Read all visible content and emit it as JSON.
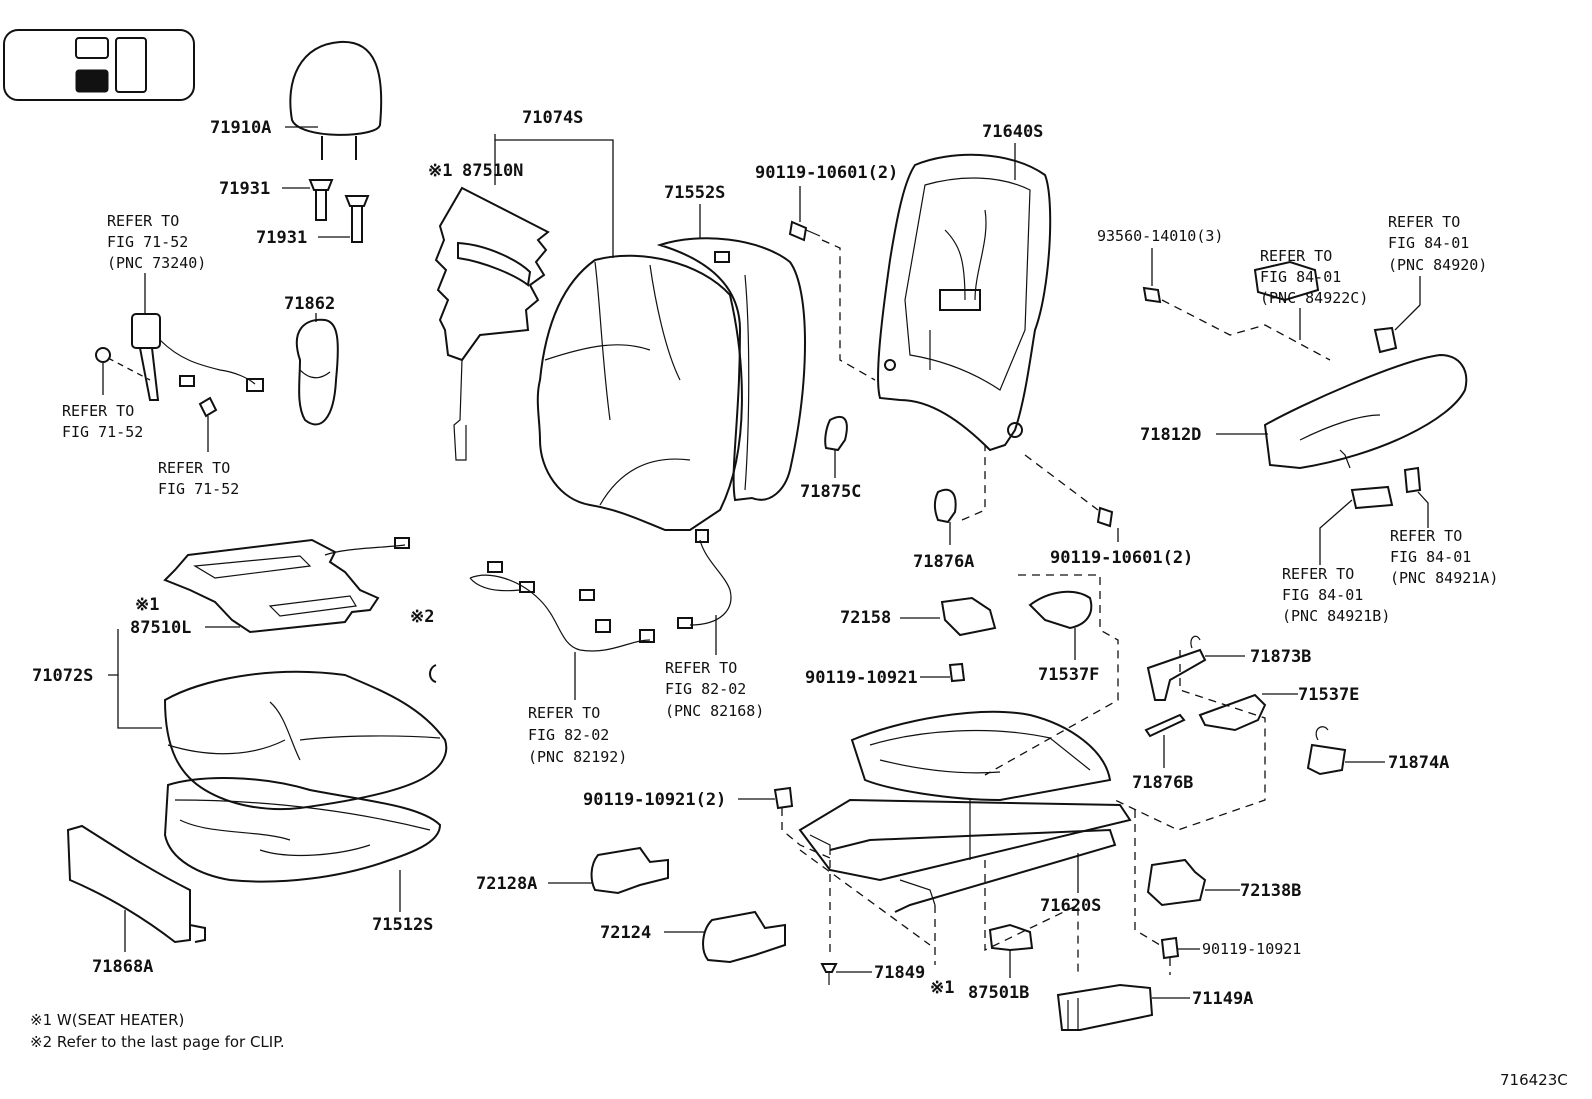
{
  "diagram": {
    "figure_code": "716423C",
    "notes": {
      "n1": "※1  W(SEAT HEATER)",
      "n2": "※2  Refer to the last page for CLIP."
    },
    "marks": {
      "m1": "※1",
      "m2": "※2"
    },
    "parts": {
      "p71910A": "71910A",
      "p71931a": "71931",
      "p71931b": "71931",
      "p71862": "71862",
      "p71074S": "71074S",
      "p87510N": "87510N",
      "p71552S": "71552S",
      "p90119_10601_top": "90119-10601(2)",
      "p71640S": "71640S",
      "p93560": "93560-14010(3)",
      "p71812D": "71812D",
      "p71875C": "71875C",
      "p71876A": "71876A",
      "p90119_10601_bot": "90119-10601(2)",
      "p87510L": "87510L",
      "p71072S": "71072S",
      "p72158": "72158",
      "p90119_10921a": "90119-10921",
      "p71537F": "71537F",
      "p71873B": "71873B",
      "p71537E": "71537E",
      "p71876B": "71876B",
      "p71874A": "71874A",
      "p90119_10921_2": "90119-10921(2)",
      "p72128A": "72128A",
      "p72124": "72124",
      "p71620S": "71620S",
      "p72138B": "72138B",
      "p90119_10921b": "90119-10921",
      "p71868A": "71868A",
      "p71512S": "71512S",
      "p71849": "71849",
      "p87501B": "87501B",
      "p71149A": "71149A"
    },
    "refs": {
      "r1": [
        "REFER TO",
        "FIG 71-52",
        "(PNC 73240)"
      ],
      "r2": [
        "REFER TO",
        "FIG 71-52"
      ],
      "r3": [
        "REFER TO",
        "FIG 71-52"
      ],
      "r4": [
        "REFER TO",
        "FIG 82-02",
        "(PNC 82168)"
      ],
      "r5": [
        "REFER TO",
        "FIG 82-02",
        "(PNC 82192)"
      ],
      "r6": [
        "REFER TO",
        "FIG 84-01",
        "(PNC 84922C)"
      ],
      "r7": [
        "REFER TO",
        "FIG 84-01",
        "(PNC 84920)"
      ],
      "r8": [
        "REFER TO",
        "FIG 84-01",
        "(PNC 84921A)"
      ],
      "r9": [
        "REFER TO",
        "FIG 84-01",
        "(PNC 84921B)"
      ]
    }
  }
}
